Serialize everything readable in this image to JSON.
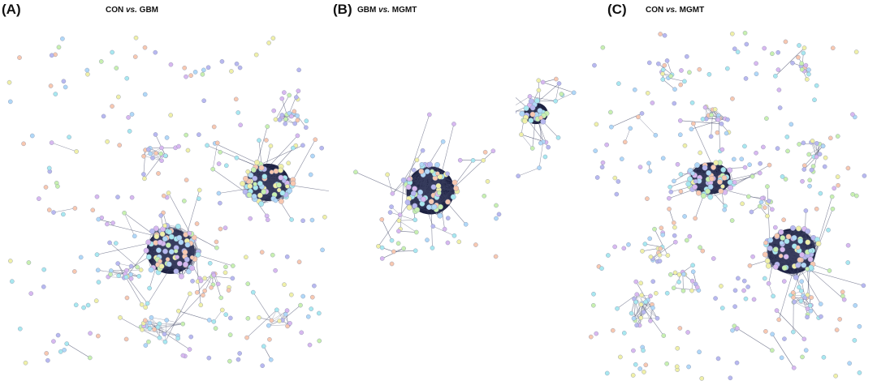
{
  "figure": {
    "panels": [
      {
        "letter": "(A)",
        "title_a": "CON ",
        "title_vs": "vs.",
        "title_b": " GBM"
      },
      {
        "letter": "(B)",
        "title_a": "GBM ",
        "title_vs": "vs.",
        "title_b": " MGMT"
      },
      {
        "letter": "(C)",
        "title_a": "CON ",
        "title_vs": "vs.",
        "title_b": " MGMT"
      }
    ],
    "node_colors": [
      "#b8b8f0",
      "#c8f0b0",
      "#f8c8b0",
      "#a8e8f0",
      "#f0f0a8",
      "#d8b8f0",
      "#b0d8f8"
    ],
    "cluster_fill": "#1c2040",
    "edge_color": "#3a4060"
  }
}
